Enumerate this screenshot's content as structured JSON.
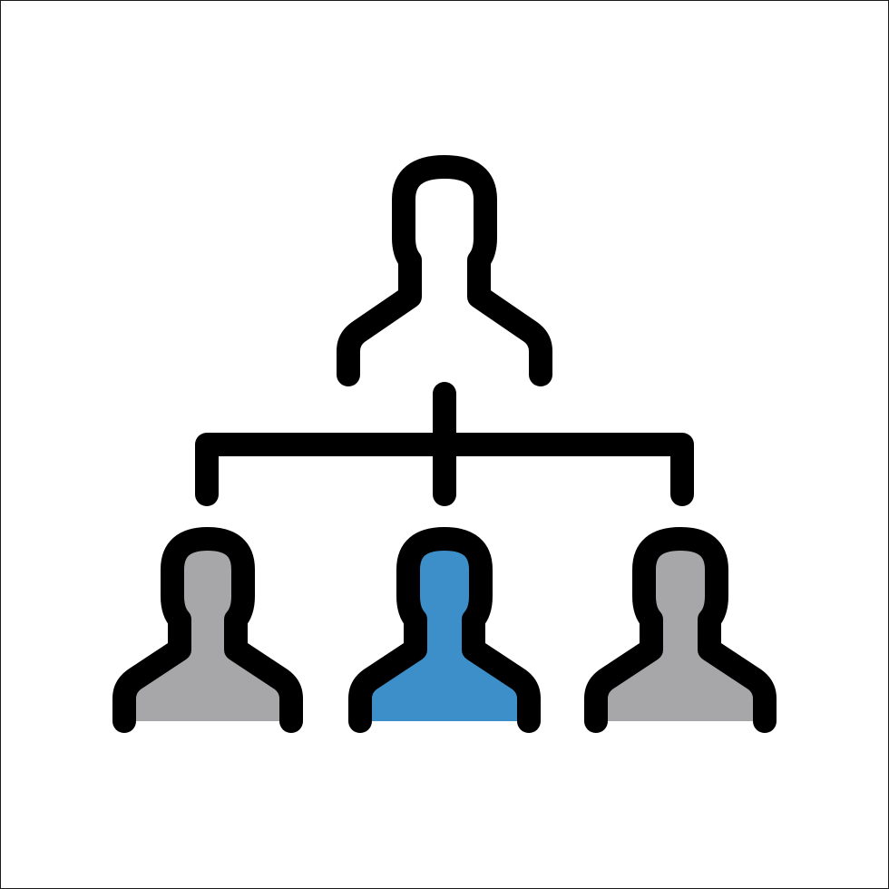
{
  "icon": {
    "name": "org-hierarchy-icon",
    "colors": {
      "stroke": "#000000",
      "top_fill": "#ffffff",
      "left_fill": "#a7a7a9",
      "center_fill": "#3d8fc9",
      "right_fill": "#a7a7a9",
      "background": "#ffffff"
    },
    "nodes": [
      {
        "role": "manager",
        "fill": "top_fill"
      },
      {
        "role": "member-left",
        "fill": "left_fill"
      },
      {
        "role": "member-center",
        "fill": "center_fill"
      },
      {
        "role": "member-right",
        "fill": "right_fill"
      }
    ]
  }
}
